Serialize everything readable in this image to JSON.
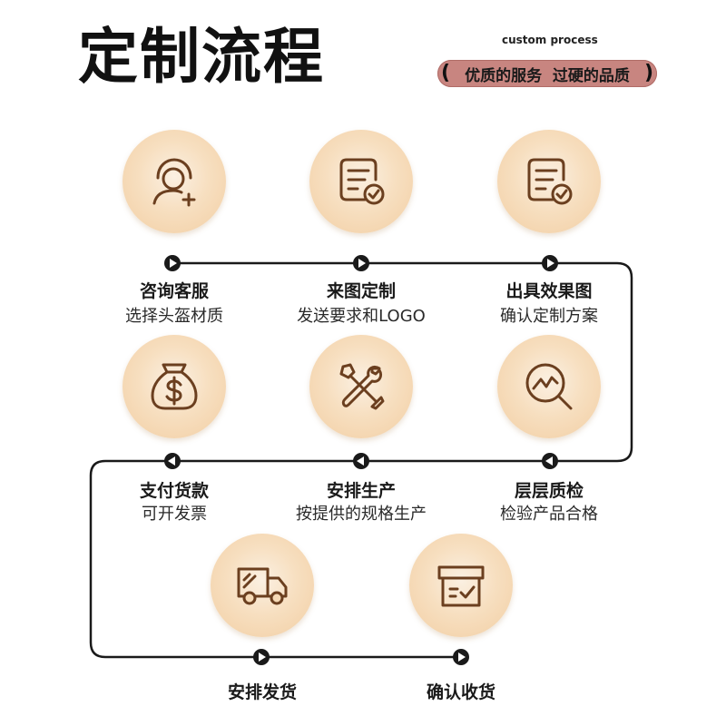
{
  "header": {
    "title": "定制流程",
    "subtitle": "custom process",
    "badge": "优质的服务  过硬的品质"
  },
  "steps": [
    {
      "title": "咨询客服",
      "desc": "选择头盔材质",
      "icon": "customer-service-icon"
    },
    {
      "title": "来图定制",
      "desc": "发送要求和LOGO",
      "icon": "document-check-icon"
    },
    {
      "title": "出具效果图",
      "desc": "确认定制方案",
      "icon": "document-check-icon"
    },
    {
      "title": "支付货款",
      "desc": "可开发票",
      "icon": "money-bag-icon"
    },
    {
      "title": "安排生产",
      "desc": "按提供的规格生产",
      "icon": "tools-icon"
    },
    {
      "title": "层层质检",
      "desc": "检验产品合格",
      "icon": "magnifier-chart-icon"
    },
    {
      "title": "安排发货",
      "desc": "",
      "icon": "delivery-truck-icon"
    },
    {
      "title": "确认收货",
      "desc": "",
      "icon": "package-check-icon"
    }
  ],
  "colors": {
    "icon_stroke": "#6b3f1f",
    "circle_fill": "#f5d9b5",
    "badge_fill": "#c88580",
    "flow_line": "#1a1a1a"
  }
}
